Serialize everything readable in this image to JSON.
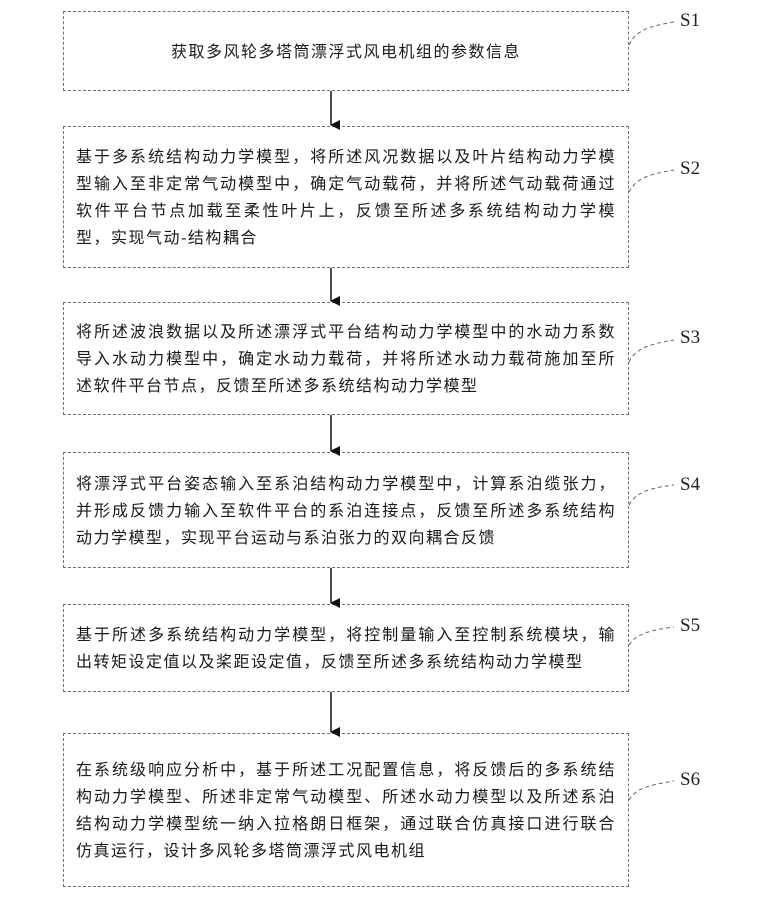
{
  "steps": [
    {
      "label": "S1",
      "text": "获取多风轮多塔筒漂浮式风电机组的参数信息"
    },
    {
      "label": "S2",
      "text": "基于多系统结构动力学模型，将所述风况数据以及叶片结构动力学模型输入至非定常气动模型中，确定气动载荷，并将所述气动载荷通过软件平台节点加载至柔性叶片上，反馈至所述多系统结构动力学模型，实现气动-结构耦合"
    },
    {
      "label": "S3",
      "text": "将所述波浪数据以及所述漂浮式平台结构动力学模型中的水动力系数导入水动力模型中，确定水动力载荷，并将所述水动力载荷施加至所述软件平台节点，反馈至所述多系统结构动力学模型"
    },
    {
      "label": "S4",
      "text": "将漂浮式平台姿态输入至系泊结构动力学模型中，计算系泊缆张力，并形成反馈力输入至软件平台的系泊连接点，反馈至所述多系统结构动力学模型，实现平台运动与系泊张力的双向耦合反馈"
    },
    {
      "label": "S5",
      "text": "基于所述多系统结构动力学模型，将控制量输入至控制系统模块，输出转矩设定值以及桨距设定值，反馈至所述多系统结构动力学模型"
    },
    {
      "label": "S6",
      "text": "在系统级响应分析中，基于所述工况配置信息，将反馈后的多系统结构动力学模型、所述非定常气动模型、所述水动力模型以及所述系泊结构动力学模型统一纳入拉格朗日框架，通过联合仿真接口进行联合仿真运行，设计多风轮多塔筒漂浮式风电机组"
    }
  ]
}
